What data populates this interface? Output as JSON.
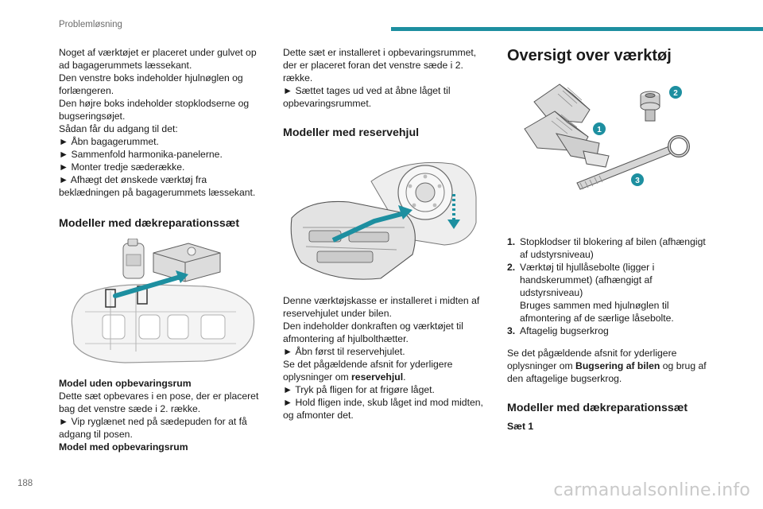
{
  "header": {
    "title": "Problemløsning",
    "accent": "#1d8fa0"
  },
  "page_number": "188",
  "watermark": "carmanualsonline.info",
  "col1": {
    "intro": [
      "Noget af værktøjet er placeret under gulvet op ad bagagerummets læssekant.",
      "Den venstre boks indeholder hjulnøglen og forlængeren.",
      "Den højre boks indeholder stopklodserne og bugseringsøjet.",
      "Sådan får du adgang til det:"
    ],
    "steps": [
      "Åbn bagagerummet.",
      "Sammenfold harmonika-panelerne.",
      "Monter tredje sæderække.",
      "Afhægt det ønskede værktøj fra beklædningen på bagagerummets læssekant."
    ],
    "section_title": "Modeller med dækreparationssæt",
    "model1_title": "Model uden opbevaringsrum",
    "model1_text": "Dette sæt opbevares i en pose, der er placeret bag det venstre sæde i 2. række.",
    "model1_step": "Vip ryglænet ned på sædepuden for at få adgang til posen.",
    "model2_title": "Model med opbevaringsrum"
  },
  "col2": {
    "intro": "Dette sæt er installeret i opbevaringsrummet, der er placeret foran det venstre sæde i 2. række.",
    "intro_step": "Sættet tages ud ved at åbne låget til opbevaringsrummet.",
    "section_title": "Modeller med reservehjul",
    "para1": "Denne værktøjskasse er installeret i midten af reservehjulet under bilen.",
    "para2": "Den indeholder donkraften og værktøjet til afmontering af hjulbolthætter.",
    "step1": "Åbn først til reservehjulet.",
    "ref_pre": "Se det pågældende afsnit for yderligere oplysninger om ",
    "ref_bold": "reservehjul",
    "ref_post": ".",
    "step2": "Tryk på fligen for at frigøre låget.",
    "step3": "Hold fligen inde, skub låget ind mod midten, og afmonter det."
  },
  "col3": {
    "title": "Oversigt over værktøj",
    "callouts": [
      "1",
      "2",
      "3"
    ],
    "items": [
      {
        "num": "1.",
        "lines": [
          "Stopklodser til blokering af bilen (afhængigt af udstyrsniveau)"
        ]
      },
      {
        "num": "2.",
        "lines": [
          "Værktøj til hjullåsebolte (ligger i handskerummet) (afhængigt af udstyrsniveau)",
          "Bruges sammen med hjulnøglen til afmontering af de særlige låsebolte."
        ]
      },
      {
        "num": "3.",
        "lines": [
          "Aftagelig bugserkrog"
        ]
      }
    ],
    "ref_pre": "Se det pågældende afsnit for yderligere oplysninger om ",
    "ref_bold": "Bugsering af bilen",
    "ref_post": " og brug af den aftagelige bugserkrog.",
    "section_title": "Modeller med dækreparationssæt",
    "set_label": "Sæt 1"
  }
}
